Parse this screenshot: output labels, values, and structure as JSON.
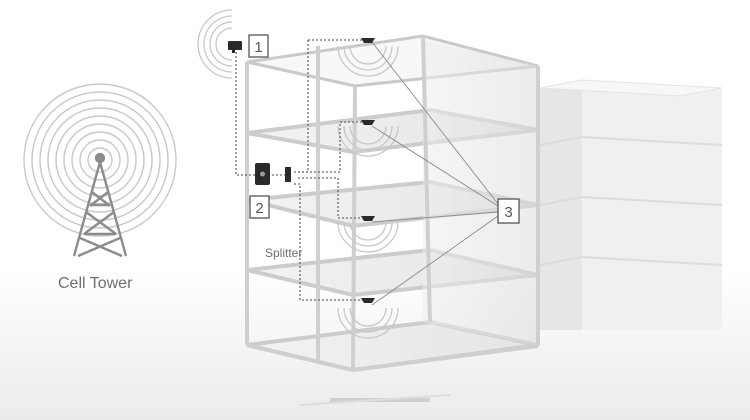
{
  "labels": {
    "cell_tower": "Cell Tower",
    "splitter": "Splitter"
  },
  "callouts": {
    "outside_antenna": "1",
    "amplifier": "2",
    "indoor_antennas": "3"
  },
  "colors": {
    "signal_wave": "#c8c8c8",
    "tower": "#8c8c8c",
    "building_edge": "#cfcfcf",
    "cable": "#6a6a6a",
    "device": "#2a2a2a"
  }
}
